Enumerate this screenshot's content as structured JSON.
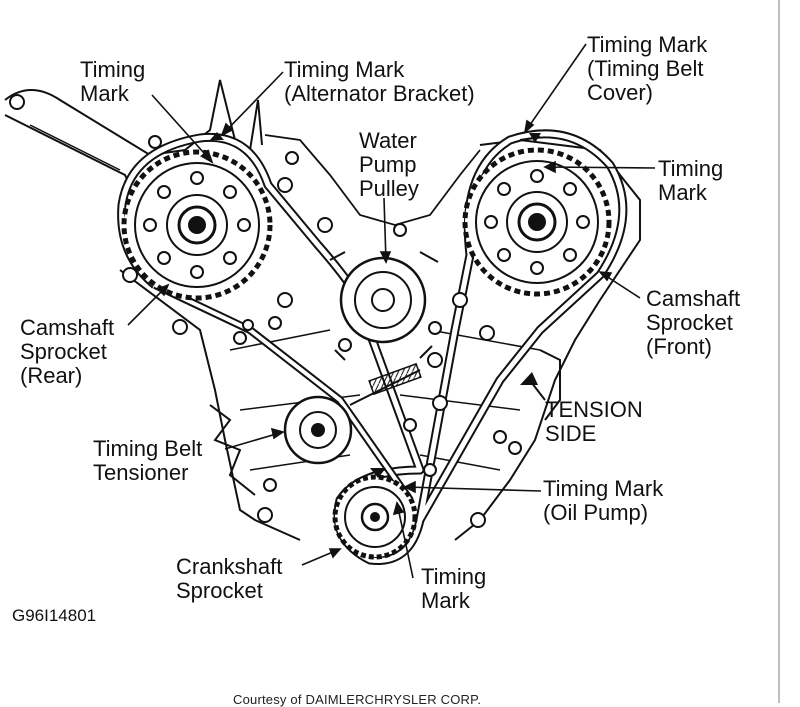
{
  "labels": {
    "timing_mark_rear": "Timing\nMark",
    "timing_mark_alternator": "Timing Mark\n(Alternator Bracket)",
    "timing_mark_belt_cover": "Timing Mark\n(Timing Belt\nCover)",
    "water_pump_pulley": "Water\nPump\nPulley",
    "timing_mark_front": "Timing\nMark",
    "camshaft_sprocket_rear": "Camshaft\nSprocket\n(Rear)",
    "camshaft_sprocket_front": "Camshaft\nSprocket\n(Front)",
    "tension_side": "TENSION\nSIDE",
    "timing_belt_tensioner": "Timing Belt\nTensioner",
    "timing_mark_oil_pump": "Timing Mark\n(Oil Pump)",
    "crankshaft_sprocket": "Crankshaft\nSprocket",
    "timing_mark_crank": "Timing\nMark"
  },
  "figure_code": "G96I14801",
  "credit": "Courtesy of DAIMLERCHRYSLER CORP."
}
